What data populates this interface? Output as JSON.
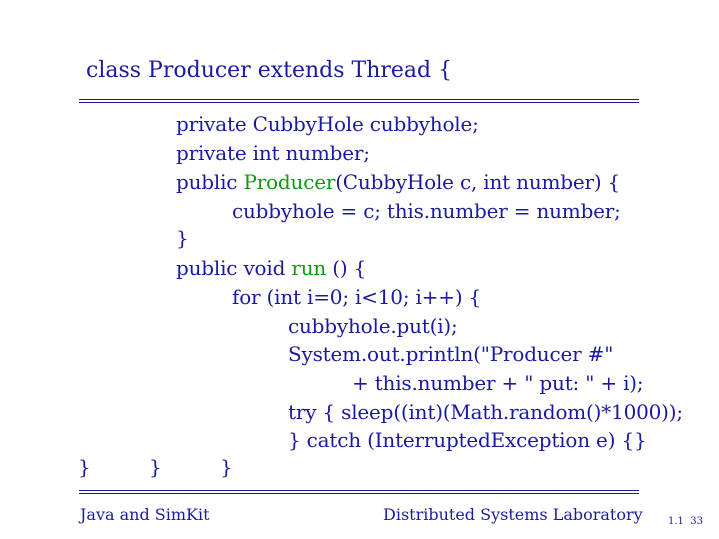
{
  "slide": {
    "title": "class Producer extends Thread {",
    "code_lines": [
      {
        "pre": "private ",
        "kw": "",
        "post": "CubbyHole cubbyhole;"
      },
      {
        "pre": "private ",
        "kw": "",
        "post": "int number;"
      },
      {
        "pre": "public ",
        "kw": "Producer",
        "post": "(CubbyHole c, int number) {"
      },
      {
        "pre": "cubbyhole = c;  this.number = number;",
        "kw": "",
        "post": ""
      },
      {
        "pre": "}",
        "kw": "",
        "post": ""
      },
      {
        "pre": "public void ",
        "kw": "run",
        "post": " () {"
      },
      {
        "pre": "for (int i=0; i<10; i++) {",
        "kw": "",
        "post": ""
      },
      {
        "pre": "cubbyhole.put(i);",
        "kw": "",
        "post": ""
      },
      {
        "pre": "System.out.println(\"Producer #\"",
        "kw": "",
        "post": ""
      },
      {
        "pre": "+ this.number + \" put: \" + i);",
        "kw": "",
        "post": ""
      },
      {
        "pre": "try {  sleep((int)(Math.random()*1000));",
        "kw": "",
        "post": ""
      },
      {
        "pre": "}  catch (InterruptedException e) {}",
        "kw": "",
        "post": ""
      }
    ],
    "closing_braces": [
      "}",
      "}",
      "}"
    ]
  },
  "footer": {
    "left": "Java and SimKit",
    "right": "Distributed Systems Laboratory",
    "page_small": "1.1",
    "page_number": "33"
  },
  "colors": {
    "text": "#1a1aa0",
    "keyword": "#119911",
    "background": "#ffffff"
  }
}
